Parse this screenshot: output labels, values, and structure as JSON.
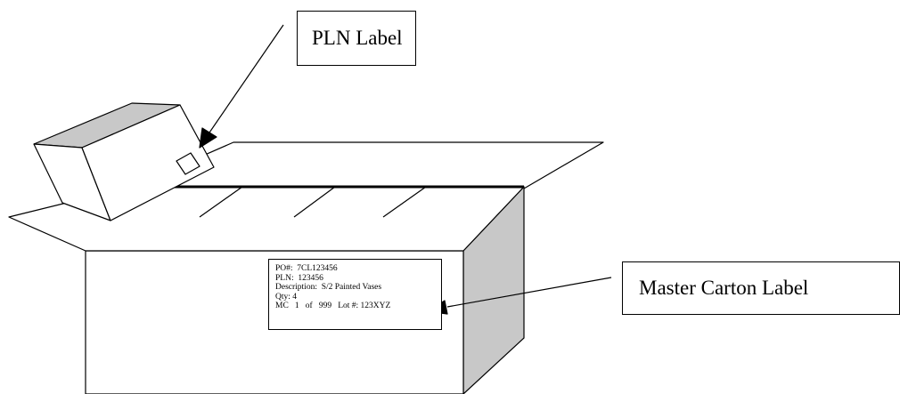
{
  "colors": {
    "side_panel_gray": "#c8c8c8",
    "stroke": "#000000"
  },
  "callouts": {
    "pln_label": "PLN Label",
    "master_carton_label": "Master Carton Label"
  },
  "carton_label": {
    "po_line": "PO#:  7CL123456",
    "pln_line": "PLN:  123456",
    "description_line": "Description:  S/2 Painted Vases",
    "qty_line": "Qty: 4",
    "mc_line": "MC   1   of   999   Lot #: 123XYZ"
  }
}
